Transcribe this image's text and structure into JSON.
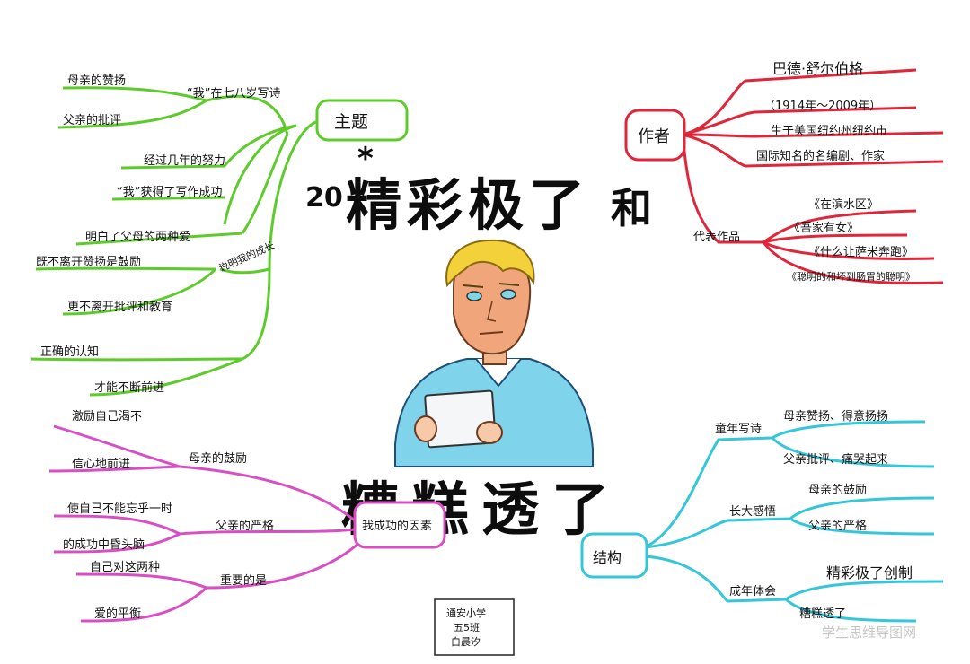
{
  "title_top": {
    "prefix": "20",
    "text": "精彩极了",
    "suffix": "和"
  },
  "title_bottom": "糟糕透了",
  "asterisk": "*",
  "colors": {
    "green": "#5ecb2c",
    "red": "#e0263a",
    "magenta": "#d94fc3",
    "cyan": "#35c6d8",
    "ink": "#141414"
  },
  "theme": {
    "label": "主题",
    "branches": [
      {
        "label": "“我”在七八岁写诗",
        "leaves": [
          "母亲的赞扬",
          "父亲的批评"
        ]
      },
      {
        "label": "",
        "leaves": [
          "经过几年的努力",
          "“我”获得了写作成功"
        ]
      },
      {
        "label": "",
        "leaves": [
          "明白了父母的两种爱"
        ]
      },
      {
        "label": "说明我的成长",
        "leaves": [
          "既不离开赞扬是鼓励",
          "更不离开批评和教育"
        ]
      },
      {
        "label": "",
        "leaves": [
          "正确的认知",
          "才能不断前进"
        ]
      }
    ]
  },
  "author": {
    "label": "作者",
    "info": [
      "巴德·舒尔伯格",
      "（1914年～2009年）",
      "生于美国纽约州纽约市",
      "国际知名的名编剧、作家"
    ],
    "works_label": "代表作品",
    "works": [
      "《在滨水区》",
      "《吾家有女》",
      "《什么让萨米奔跑》",
      "《聪明的和坏到肠胃的聪明》"
    ]
  },
  "factors": {
    "label": "我成功的因素",
    "branches": [
      {
        "label": "母亲的鼓励",
        "leaves": [
          "激励自己渴不",
          "信心地前进"
        ]
      },
      {
        "label": "父亲的严格",
        "leaves": [
          "使自己不能忘乎一时",
          "的成功中昏头脑"
        ]
      },
      {
        "label": "重要的是",
        "leaves": [
          "自己对这两种",
          "爱的平衡"
        ]
      }
    ]
  },
  "structure": {
    "label": "结构",
    "branches": [
      {
        "label": "童年写诗",
        "leaves": [
          "母亲赞扬、得意扬扬",
          "父亲批评、痛哭起来"
        ]
      },
      {
        "label": "长大感悟",
        "leaves": [
          "母亲的鼓励",
          "父亲的严格"
        ]
      },
      {
        "label": "成年体会",
        "leaves": [
          "精彩极了创制",
          "糟糕透了"
        ]
      }
    ]
  },
  "credit": [
    "通安小学",
    "五5班",
    "白晨汐"
  ],
  "watermark": "学生思维导图网"
}
